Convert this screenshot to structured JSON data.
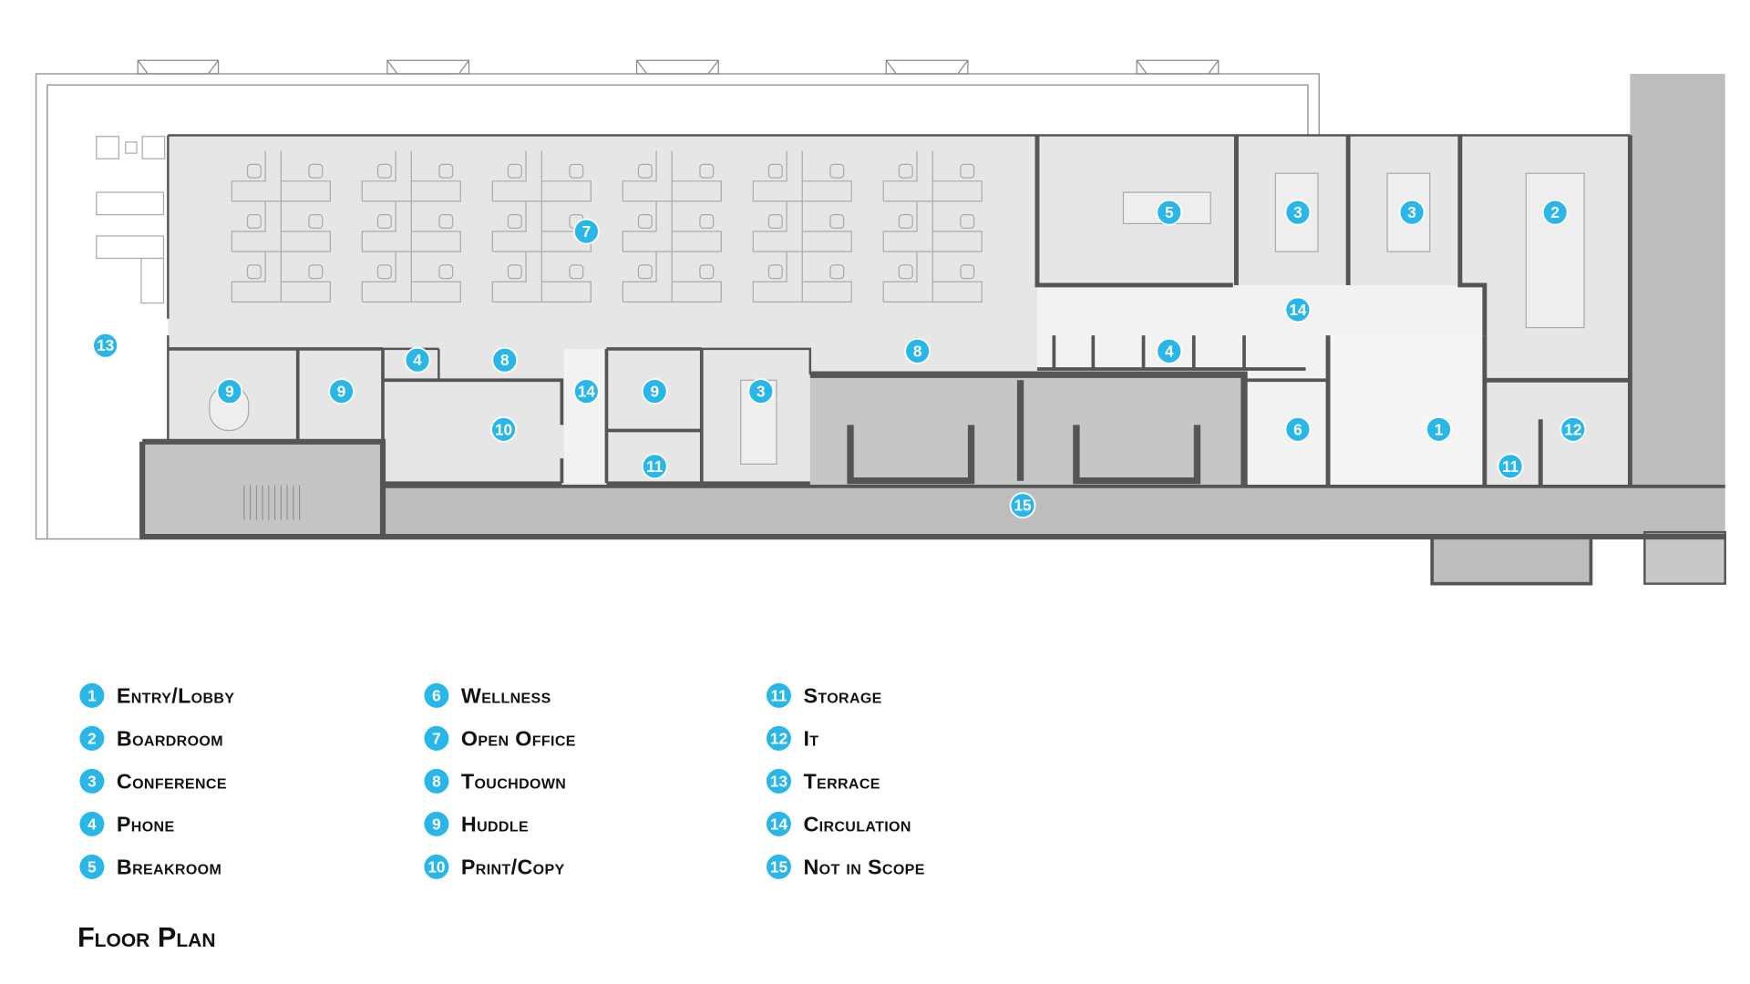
{
  "title": "Floor Plan",
  "colors": {
    "marker": "#29b6e8",
    "wall": "#555555",
    "floor": "#e6e6e6",
    "core": "#bdbdbd",
    "circulation": "#f2f2f2"
  },
  "legend": [
    {
      "num": "1",
      "label": "Entry/Lobby"
    },
    {
      "num": "2",
      "label": "Boardroom"
    },
    {
      "num": "3",
      "label": "Conference"
    },
    {
      "num": "4",
      "label": "Phone"
    },
    {
      "num": "5",
      "label": "Breakroom"
    },
    {
      "num": "6",
      "label": "Wellness"
    },
    {
      "num": "7",
      "label": "Open Office"
    },
    {
      "num": "8",
      "label": "Touchdown"
    },
    {
      "num": "9",
      "label": "Huddle"
    },
    {
      "num": "10",
      "label": "Print/Copy"
    },
    {
      "num": "11",
      "label": "Storage"
    },
    {
      "num": "12",
      "label": "It"
    },
    {
      "num": "13",
      "label": "Terrace"
    },
    {
      "num": "14",
      "label": "Circulation"
    },
    {
      "num": "15",
      "label": "Not in Scope"
    }
  ],
  "markers": [
    "7",
    "5",
    "3",
    "3",
    "2",
    "14",
    "13",
    "4",
    "8",
    "8",
    "4",
    "9",
    "9",
    "14",
    "9",
    "3",
    "10",
    "6",
    "1",
    "12",
    "11",
    "11",
    "15"
  ]
}
